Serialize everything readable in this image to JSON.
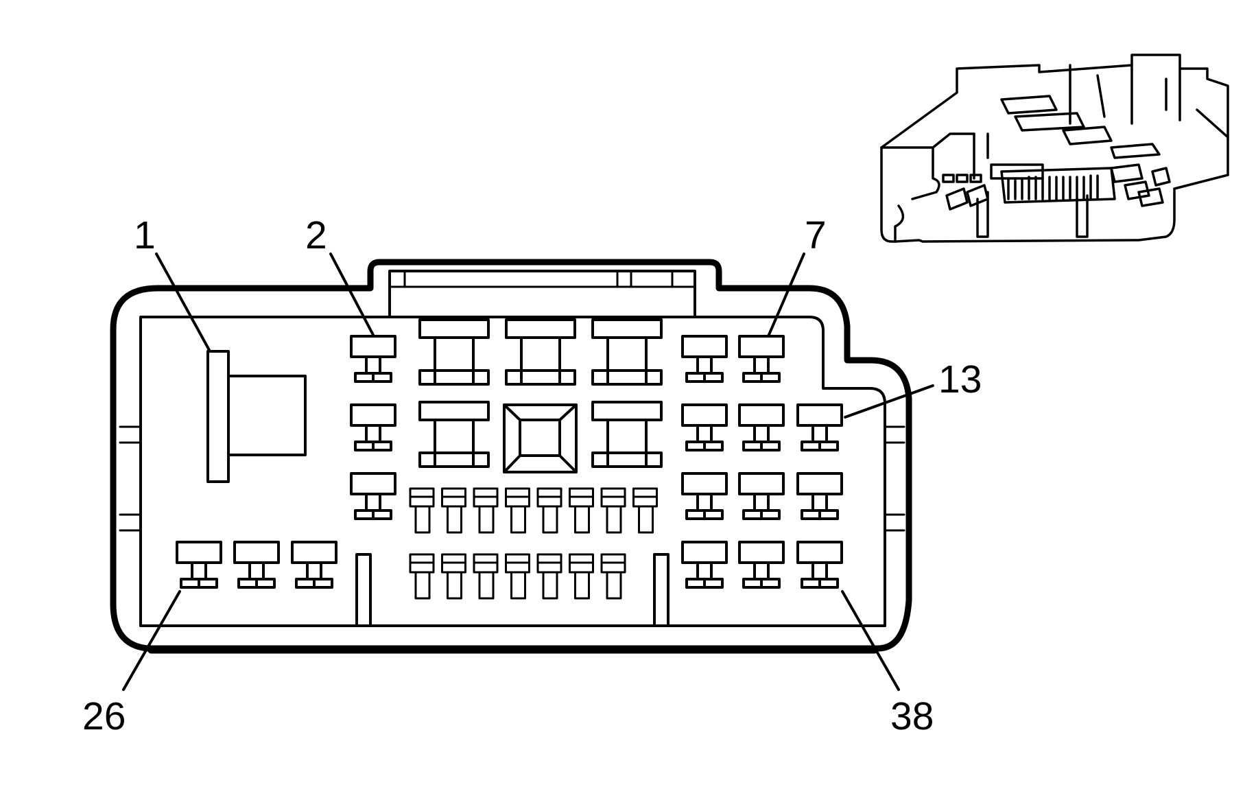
{
  "diagram": {
    "pin_labels": {
      "pin_1": "1",
      "pin_2": "2",
      "pin_7": "7",
      "pin_13": "13",
      "pin_26": "26",
      "pin_38": "38"
    },
    "colors": {
      "stroke": "#000000",
      "background": "#ffffff"
    }
  }
}
